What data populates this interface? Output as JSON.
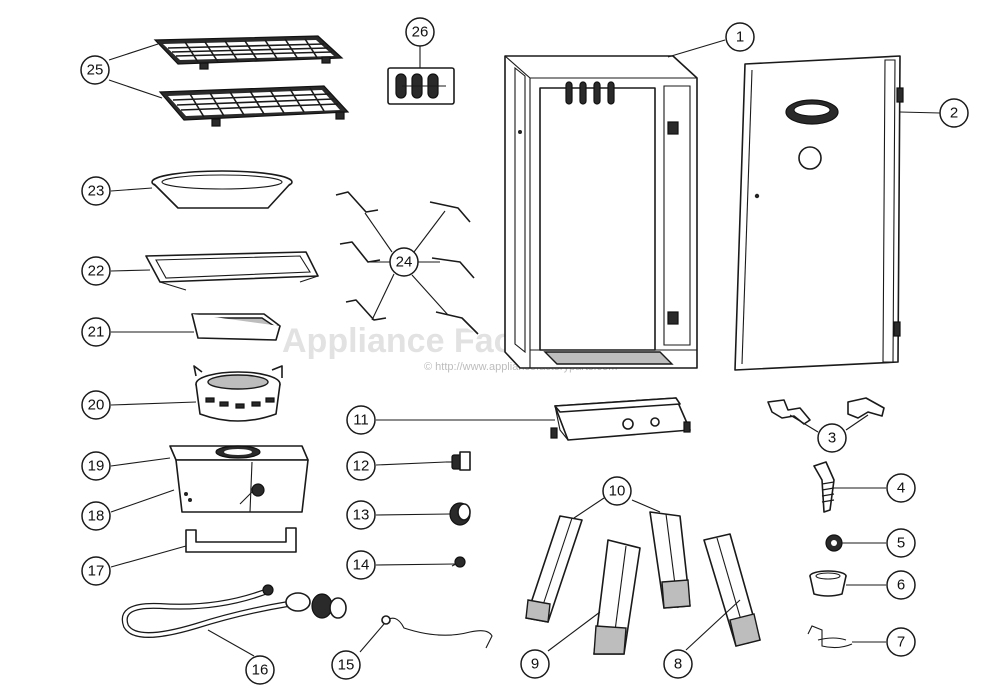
{
  "diagram": {
    "watermark": {
      "title": "Appliance Factory Parts",
      "url": "© http://www.appliancefactoryparts.com"
    },
    "callouts": [
      "1",
      "2",
      "3",
      "4",
      "5",
      "6",
      "7",
      "8",
      "9",
      "10",
      "11",
      "12",
      "13",
      "14",
      "15",
      "16",
      "17",
      "18",
      "19",
      "20",
      "21",
      "22",
      "23",
      "24",
      "25",
      "26"
    ]
  }
}
